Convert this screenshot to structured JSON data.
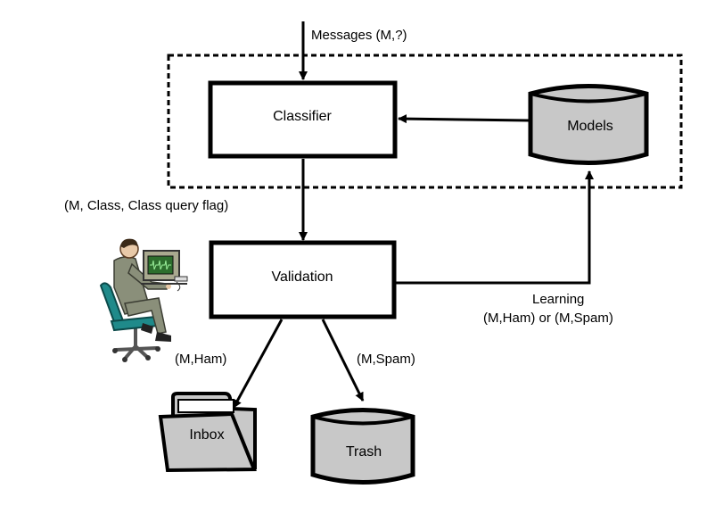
{
  "diagram": {
    "input_label": "Messages (M,?)",
    "classifier": {
      "label": "Classifier"
    },
    "models": {
      "label": "Models"
    },
    "edge_classifier_validation": "(M, Class, Class query flag)",
    "validation": {
      "label": "Validation"
    },
    "learning": {
      "line1": "Learning",
      "line2": "(M,Ham) or (M,Spam)"
    },
    "ham_label": "(M,Ham)",
    "spam_label": "(M,Spam)",
    "inbox": {
      "label": "Inbox"
    },
    "trash": {
      "label": "Trash"
    }
  },
  "icons": {
    "person": "person-at-computer-icon",
    "folder": "folder-icon",
    "database": "database-cylinder-icon"
  },
  "colors": {
    "box_fill": "#ffffff",
    "cylinder_fill": "#c8c8c8",
    "folder_fill": "#c8c8c8",
    "stroke": "#000000",
    "screen": "#2d6e2d",
    "chair": "#1f8a8a",
    "suit": "#8a8f7a"
  }
}
